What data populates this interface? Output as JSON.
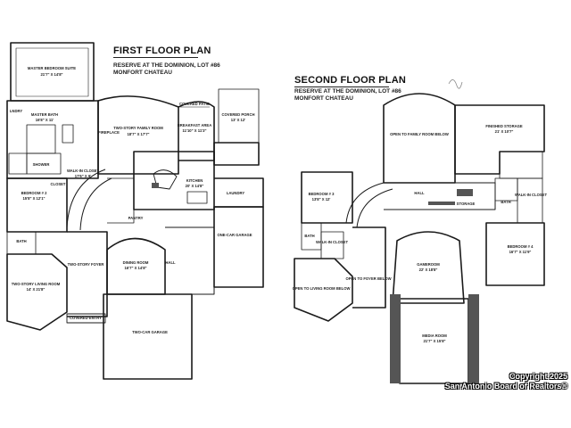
{
  "first_floor": {
    "title": "FIRST FLOOR PLAN",
    "subtitle_1": "RESERVE AT THE DOMINION, LOT #86",
    "subtitle_2": "MONFORT CHATEAU",
    "rooms": {
      "master_suite": "MASTER BEDROOM SUITE",
      "master_suite_dim": "21'7\" X 14'8\"",
      "master_bath": "MASTER BATH",
      "master_bath_dim": "16'8\" X 11'",
      "laundry_top": "LNDRY",
      "shower": "SHOWER",
      "walk_in_closet": "WALK-IN CLOSET",
      "walk_in_closet_dim": "17'6\" X 9'",
      "bedroom2": "BEDROOM # 2",
      "bedroom2_dim": "15'8\" X 12'1\"",
      "bath": "BATH",
      "two_story_living": "TWO-STORY LIVING ROOM",
      "two_story_living_dim": "14' X 21'8\"",
      "covered_entry": "COVERED ENTRY",
      "two_story_foyer": "TWO-STORY FOYER",
      "dining": "DINING ROOM",
      "dining_dim": "16'7\" X 14'8\"",
      "two_story_family": "TWO-STORY FAMILY ROOM",
      "two_story_family_dim": "18'7\" X 17'7\"",
      "covered_patio": "COVERED PATIO",
      "breakfast": "BREAKFAST AREA",
      "breakfast_dim": "11'10\" X 11'3\"",
      "covered_porch": "COVERED PORCH",
      "covered_porch_dim": "13' X 12'",
      "kitchen": "KITCHEN",
      "kitchen_dim": "20' X 14'8\"",
      "laundry": "LAUNDRY",
      "one_car_garage": "ONE-CAR GARAGE",
      "two_car_garage": "TWO-CAR GARAGE",
      "fireplace": "FIREPLACE",
      "pantry": "PANTRY",
      "hall": "HALL",
      "closet": "CLOSET"
    }
  },
  "second_floor": {
    "title": "SECOND FLOOR PLAN",
    "subtitle_1": "RESERVE AT THE DOMINION, LOT #86",
    "subtitle_2": "MONFORT CHATEAU",
    "rooms": {
      "open_to_family": "OPEN TO FAMILY ROOM BELOW",
      "finished_storage": "FINISHED STORAGE",
      "finished_storage_dim": "21' X 10'7\"",
      "bedroom3": "BEDROOM # 3",
      "bedroom3_dim": "13'8\" X 12'",
      "bedroom4": "BEDROOM # 4",
      "bedroom4_dim": "16'7\" X 11'9\"",
      "hall": "HALL",
      "walk_in_closet": "WALK-IN CLOSET",
      "walk_in_closet_2": "WALK-IN CLOSET",
      "bath": "BATH",
      "bath_2": "BATH",
      "gameroom": "GAMEROOM",
      "gameroom_dim": "22' X 18'8\"",
      "open_to_living": "OPEN TO LIVING ROOM BELOW",
      "open_to_foyer": "OPEN TO FOYER BELOW",
      "media_room": "MEDIA ROOM",
      "media_room_dim": "21'7\" X 15'8\"",
      "storage": "STORAGE"
    }
  },
  "copyright_1": "Copyright 2025",
  "copyright_2": "San Antonio Board of Realtors®",
  "colors": {
    "line": "#1a1a1a",
    "fill_dark": "#555555",
    "bg": "#ffffff"
  }
}
